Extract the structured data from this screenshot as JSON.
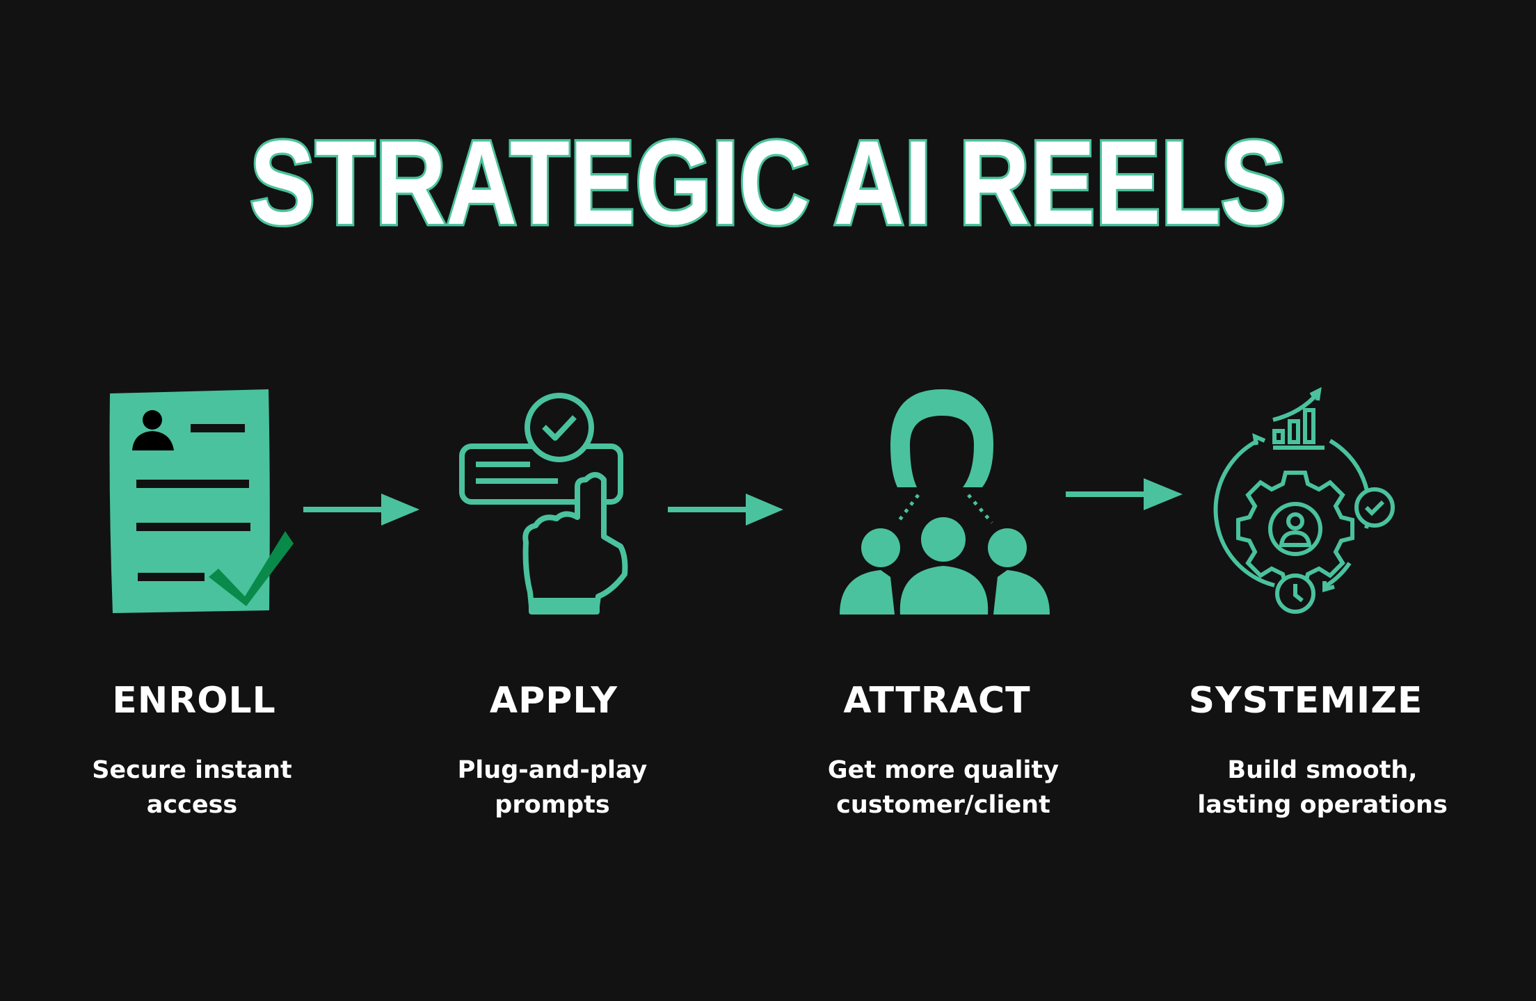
{
  "title": "STRATEGIC AI REELS",
  "colors": {
    "background": "#121212",
    "accent": "#4ac29d",
    "check_dark": "#0a8a4a",
    "text": "#ffffff"
  },
  "steps": [
    {
      "label": "ENROLL",
      "desc_line1": "Secure instant",
      "desc_line2": "access",
      "icon": "resume-check-icon"
    },
    {
      "label": "APPLY",
      "desc_line1": "Plug-and-play",
      "desc_line2": "prompts",
      "icon": "hand-tap-check-icon"
    },
    {
      "label": "ATTRACT",
      "desc_line1": "Get more quality",
      "desc_line2": "customer/client",
      "icon": "magnet-people-icon"
    },
    {
      "label": "SYSTEMIZE",
      "desc_line1": "Build smooth,",
      "desc_line2": "lasting operations",
      "icon": "gear-cycle-icon"
    }
  ]
}
